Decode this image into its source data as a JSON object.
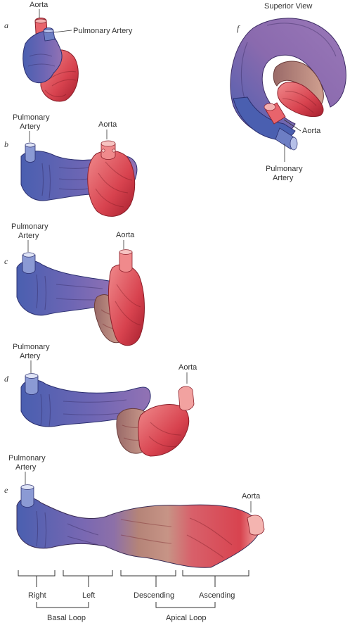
{
  "panels": {
    "a": {
      "letter": "a",
      "aorta": "Aorta",
      "pulmonary": "Pulmonary Artery"
    },
    "b": {
      "letter": "b",
      "pulmonary_l1": "Pulmonary",
      "pulmonary_l2": "Artery",
      "aorta": "Aorta"
    },
    "c": {
      "letter": "c",
      "pulmonary_l1": "Pulmonary",
      "pulmonary_l2": "Artery",
      "aorta": "Aorta"
    },
    "d": {
      "letter": "d",
      "pulmonary_l1": "Pulmonary",
      "pulmonary_l2": "Artery",
      "aorta": "Aorta"
    },
    "e": {
      "letter": "e",
      "pulmonary_l1": "Pulmonary",
      "pulmonary_l2": "Artery",
      "aorta": "Aorta"
    },
    "f": {
      "letter": "f",
      "title": "Superior View",
      "aorta": "Aorta",
      "pulmonary_l1": "Pulmonary",
      "pulmonary_l2": "Artery"
    }
  },
  "segments": {
    "right": "Right",
    "left": "Left",
    "descending": "Descending",
    "ascending": "Ascending",
    "basal_loop": "Basal Loop",
    "apical_loop": "Apical Loop"
  },
  "colors": {
    "blue": "#4f63b0",
    "purple": "#8a6aae",
    "red": "#d8434f",
    "tan": "#b88476"
  }
}
